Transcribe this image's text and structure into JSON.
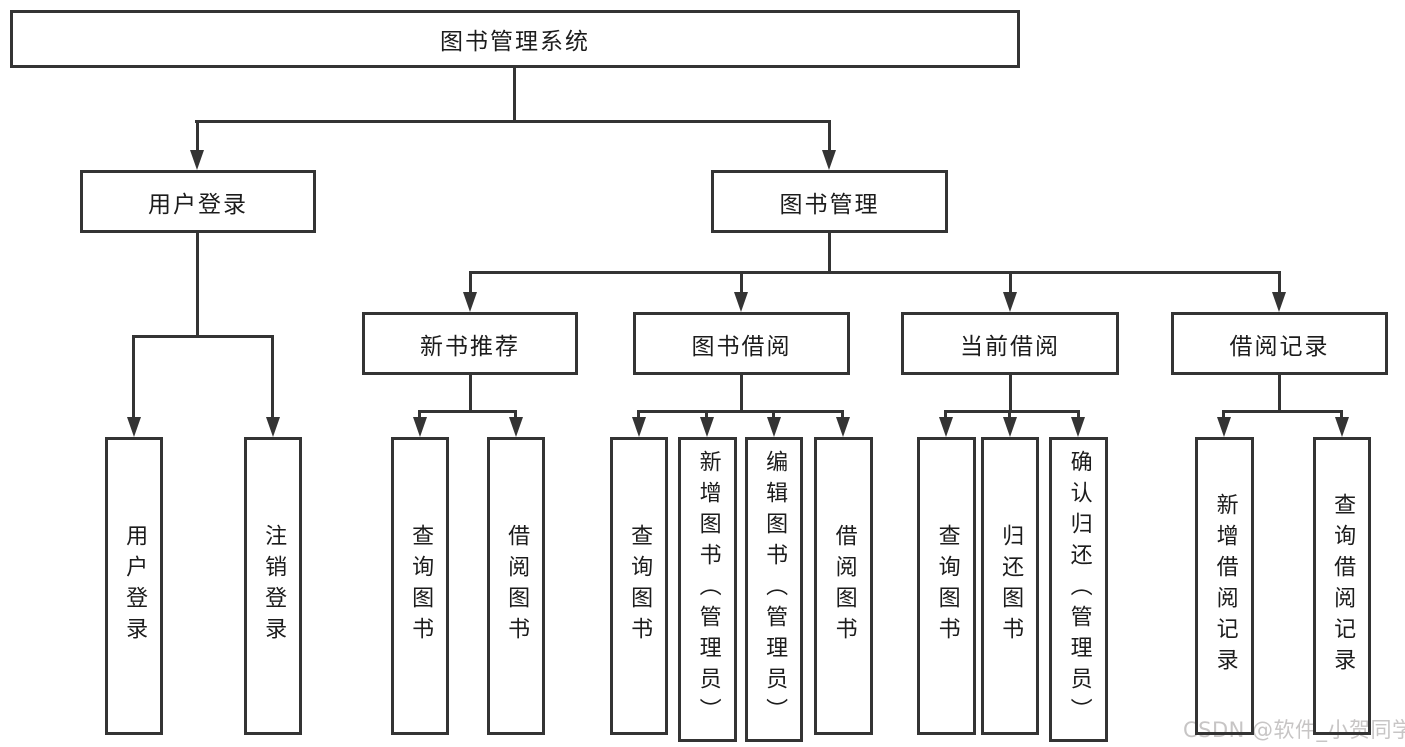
{
  "diagram_title": "图书管理系统",
  "tree": {
    "root": {
      "label": "图书管理系统",
      "children": [
        {
          "label": "用户登录",
          "children": [
            {
              "label": "用户登录"
            },
            {
              "label": "注销登录"
            }
          ]
        },
        {
          "label": "图书管理",
          "children": [
            {
              "label": "新书推荐",
              "children": [
                {
                  "label": "查询图书"
                },
                {
                  "label": "借阅图书"
                }
              ]
            },
            {
              "label": "图书借阅",
              "children": [
                {
                  "label": "查询图书"
                },
                {
                  "label": "新增图书（管理员）"
                },
                {
                  "label": "编辑图书（管理员）"
                },
                {
                  "label": "借阅图书"
                }
              ]
            },
            {
              "label": "当前借阅",
              "children": [
                {
                  "label": "查询图书"
                },
                {
                  "label": "归还图书"
                },
                {
                  "label": "确认归还（管理员）"
                }
              ]
            },
            {
              "label": "借阅记录",
              "children": [
                {
                  "label": "新增借阅记录"
                },
                {
                  "label": "查询借阅记录"
                }
              ]
            }
          ]
        }
      ]
    }
  },
  "watermark": "CSDN @软件_小贺同学",
  "colors": {
    "line": "#343434",
    "text": "#1c1c1c",
    "watermark": "#c7c5c5",
    "background": "#ffffff"
  }
}
